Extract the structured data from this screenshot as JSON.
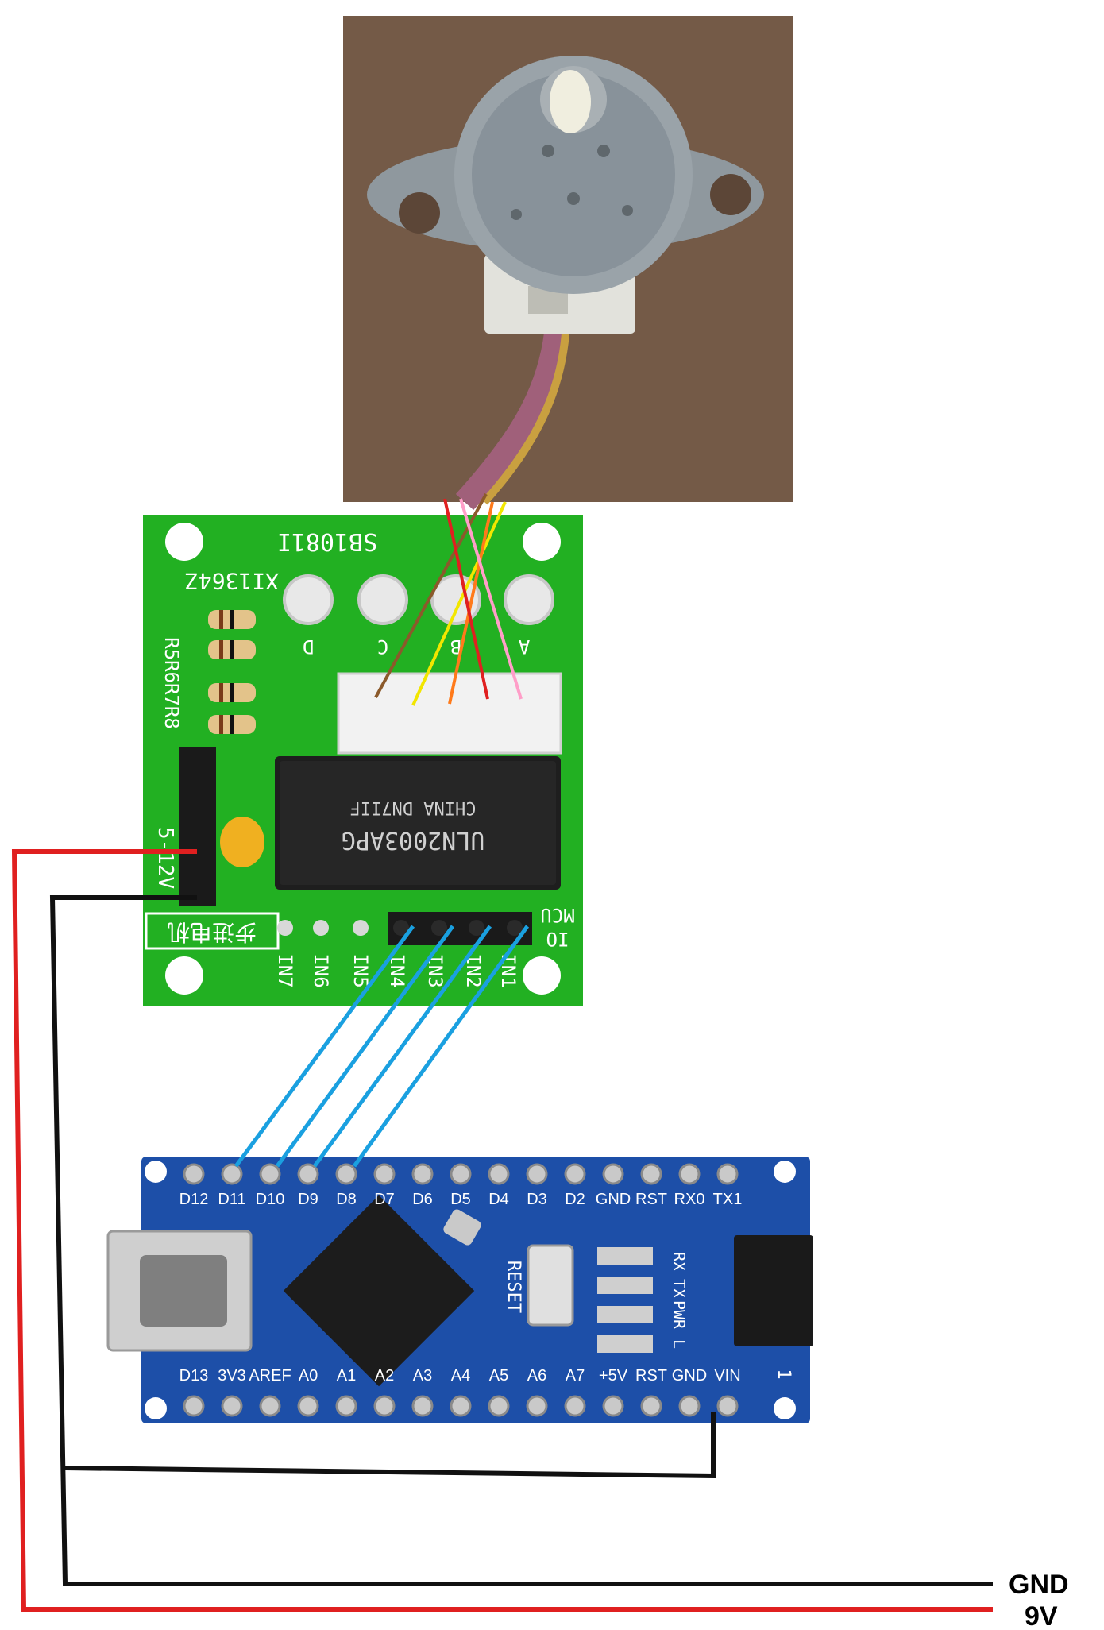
{
  "colors": {
    "wire_red": "#e02020",
    "wire_black": "#111111",
    "wire_blue": "#1aa0e0",
    "wire_brown": "#8b5a2b",
    "wire_yellow": "#f2e600",
    "wire_orange": "#ff7a1a",
    "wire_pink": "#ff9ec8",
    "driver_pcb": "#22b022",
    "nano_pcb": "#1d4fa8",
    "motor_body": "#8d969c",
    "photo_bg": "#7a5e4a"
  },
  "motor": {
    "icon": "stepper-motor-icon"
  },
  "driver_board": {
    "board_code": "SB1081I",
    "part_code": "XI1364Z",
    "resistor_label": "R5R6R7R8",
    "led_labels": [
      "D",
      "C",
      "B",
      "A"
    ],
    "chip_brand": "CHINA DN7IIF",
    "chip_model": "ULN2003APG",
    "power_label": "5-12V",
    "chinese_label": "步进电机",
    "mcu_label": "MCU",
    "mcu_label_2": "IO",
    "input_labels": [
      "IN7",
      "IN6",
      "IN5",
      "IN4",
      "IN3",
      "IN2",
      "IN1"
    ]
  },
  "nano": {
    "top_pins": [
      "D12",
      "D11",
      "D10",
      "D9",
      "D8",
      "D7",
      "D6",
      "D5",
      "D4",
      "D3",
      "D2",
      "GND",
      "RST",
      "RX0",
      "TX1"
    ],
    "bottom_pins": [
      "D13",
      "3V3",
      "AREF",
      "A0",
      "A1",
      "A2",
      "A3",
      "A4",
      "A5",
      "A6",
      "A7",
      "+5V",
      "RST",
      "GND",
      "VIN"
    ],
    "reset_label": "RESET",
    "led_labels": [
      "RX",
      "TX",
      "PWR",
      "L"
    ],
    "pin1_label": "1"
  },
  "rails": {
    "gnd_label": "GND",
    "vin_label": "9V"
  }
}
